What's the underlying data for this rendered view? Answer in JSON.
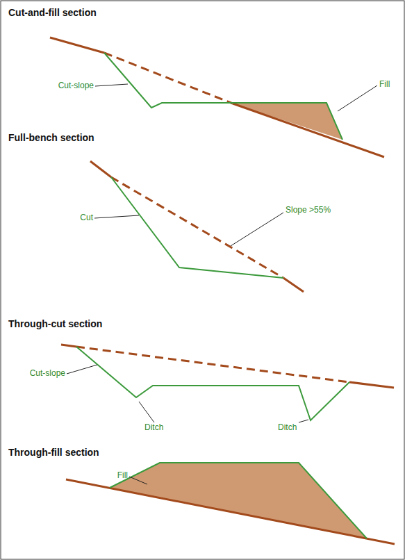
{
  "diagram": {
    "labels": [
      "Cut-and-fill section",
      "Cut-slope",
      "Fill",
      "Full-bench section",
      "Cut",
      "Slope >55%",
      "Through-cut section",
      "Cut-slope",
      "Ditch",
      "Ditch",
      "Through-fill section",
      "Fill"
    ]
  }
}
